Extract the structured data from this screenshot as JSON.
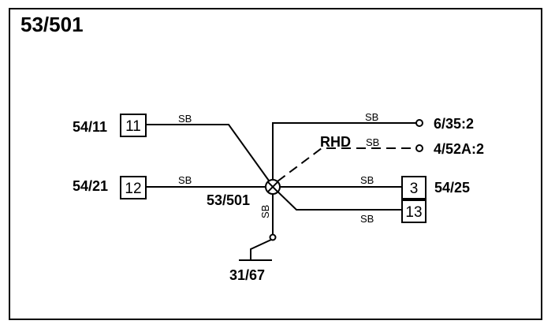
{
  "title": "53/501",
  "splice": {
    "label": "53/501"
  },
  "connectors": {
    "c1": {
      "name": "54/11",
      "pin": "11"
    },
    "c2": {
      "name": "54/21",
      "pin": "12"
    },
    "c3": {
      "name": "54/25",
      "pin_a": "3",
      "pin_b": "13"
    }
  },
  "terminals": {
    "t1": "6/35:2",
    "t2": "4/52A:2"
  },
  "ground": {
    "label": "31/67"
  },
  "option": {
    "label": "RHD"
  },
  "wires": {
    "w1": "SB",
    "w2": "SB",
    "w3": "SB",
    "w4": "SB",
    "w5": "SB",
    "w6": "SB",
    "w7": "SB"
  }
}
